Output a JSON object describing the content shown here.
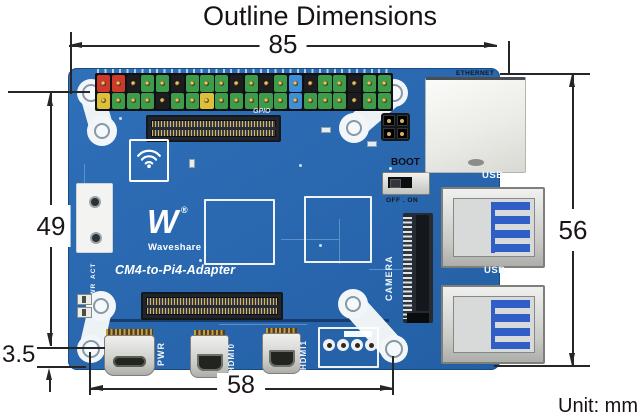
{
  "title": "Outline Dimensions",
  "unit": "Unit: mm",
  "dims": {
    "board_width": "85",
    "board_height": "56",
    "hole_spacing_v": "49",
    "hole_spacing_h": "58",
    "hole_edge_offset": "3.5"
  },
  "board": {
    "model": "CM4-to-Pi4-Adapter",
    "brand": "Waveshare",
    "brand_initial": "W",
    "registered": "®",
    "silk_gpio": "GPIO",
    "silk_ethernet": "ETHERNET",
    "boot": {
      "label": "BOOT",
      "positions": "OFF . ON"
    },
    "camera": "CAMERA",
    "usb3_labels": [
      "USB",
      "USB"
    ],
    "power_port": "PWR",
    "hdmi_ports": [
      "HDMI0",
      "HDMI1"
    ],
    "leds": [
      "ACT",
      "PWR"
    ],
    "gpio_pins": {
      "top": [
        "r",
        "r",
        "k",
        "g",
        "g",
        "k",
        "g",
        "g",
        "g",
        "k",
        "g",
        "k",
        "g",
        "b",
        "k",
        "g",
        "g",
        "k",
        "g",
        "g"
      ],
      "bottom": [
        "y",
        "g",
        "g",
        "g",
        "k",
        "g",
        "g",
        "y",
        "g",
        "g",
        "g",
        "g",
        "g",
        "b",
        "g",
        "g",
        "g",
        "k",
        "g",
        "g"
      ]
    }
  },
  "colors": {
    "theme": {
      "dim": "#262626",
      "pcb": "#2a68b0",
      "pcbedge": "#1a4a82",
      "usbblue": "#2f5fc6",
      "gold": "#c89c3e"
    },
    "pin": {
      "r": "#cd3a2c",
      "y": "#ddbf3a",
      "g": "#3e9b49",
      "k": "#1d1d1f",
      "b": "#3e8fd8"
    }
  }
}
